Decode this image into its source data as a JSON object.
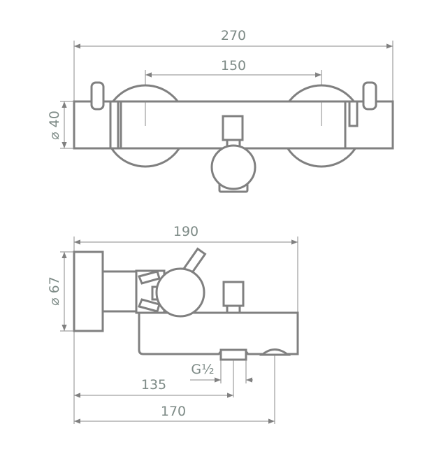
{
  "title": "Thermostatic bath mixer technical drawing",
  "top_view": {
    "overall_width": "270",
    "center_distance": "150",
    "body_diameter": "⌀ 40"
  },
  "side_view": {
    "depth": "190",
    "plate_diameter": "⌀ 67",
    "outlet_thread": "G½",
    "outlet_distance": "135",
    "spout_distance": "170"
  },
  "colors": {
    "line": "#808080",
    "text": "#7d8a86"
  }
}
